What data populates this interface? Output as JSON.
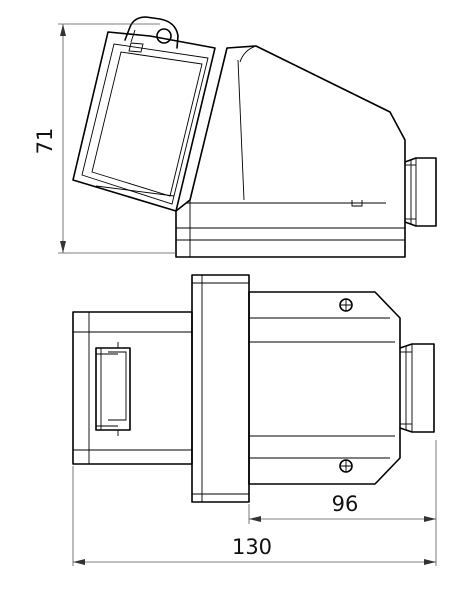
{
  "drawing": {
    "dim_height": "71",
    "dim_depth": "96",
    "dim_width": "130"
  }
}
